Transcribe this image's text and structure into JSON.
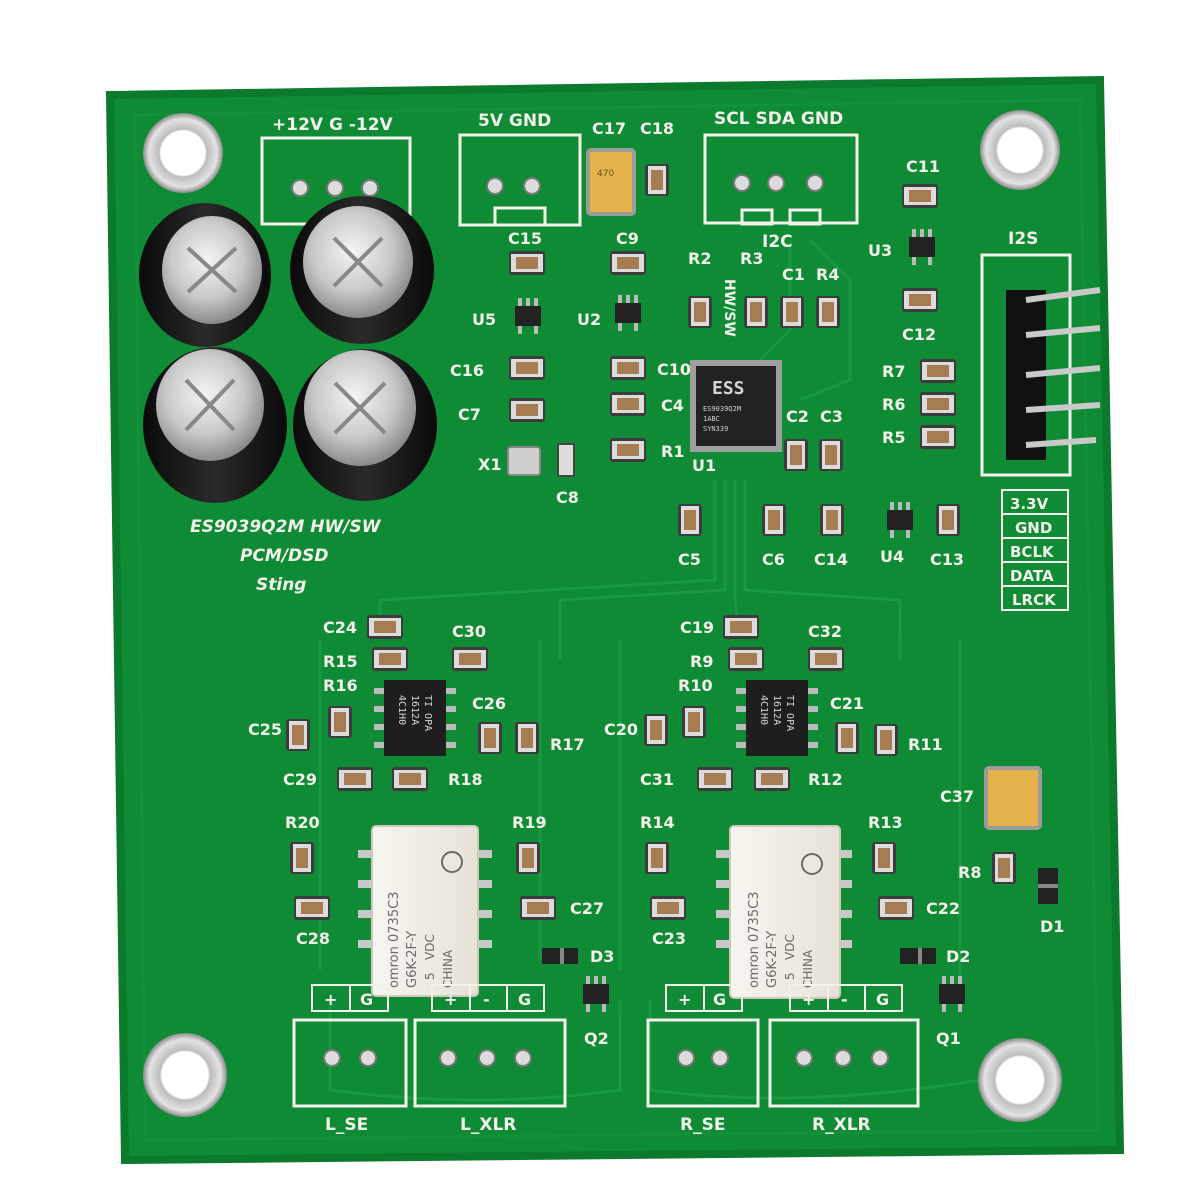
{
  "board": {
    "title": "ES9039Q2M HW/SW",
    "subtitle": "PCM/DSD",
    "author": "Sting",
    "colors": {
      "pcb": "#0f8a35",
      "pcb_edge": "#0b7a2d",
      "silk": "#f2f2ea",
      "copper": "#c9c9c9"
    }
  },
  "headers": {
    "power12": "+12V G -12V",
    "power5": "5V GND",
    "i2c_pins": "SCL SDA GND",
    "i2c_label": "I2C",
    "i2s_label": "I2S"
  },
  "i2s_pins": [
    "3.3V",
    "GND",
    "BCLK",
    "DATA",
    "LRCK"
  ],
  "chips": {
    "dac": [
      "ES9039Q2M",
      "1ABC",
      "SYN339"
    ],
    "opamp_left": [
      "TI OPA",
      "1612A",
      "4C1H0"
    ],
    "opamp_right": [
      "TI OPA",
      "1612A",
      "4C1H0"
    ],
    "relay": [
      "omron",
      "G6K-2F-Y",
      "5",
      "VDC",
      "CHINA"
    ],
    "relay_code": "0735C3",
    "cap_marks": [
      "C17",
      "470"
    ]
  },
  "refs": {
    "C17": "C17",
    "C18": "C18",
    "C15": "C15",
    "C9": "C9",
    "U5": "U5",
    "U2": "U2",
    "C16": "C16",
    "C7": "C7",
    "X1": "X1",
    "C8": "C8",
    "C10": "C10",
    "C4": "C4",
    "R1": "R1",
    "R2": "R2",
    "HWSW": "HW/SW",
    "R3": "R3",
    "C1": "C1",
    "R4": "R4",
    "U1": "U1",
    "C2": "C2",
    "C3": "C3",
    "C11": "C11",
    "U3": "U3",
    "C12": "C12",
    "R7": "R7",
    "R6": "R6",
    "R5": "R5",
    "C5": "C5",
    "C6": "C6",
    "C14": "C14",
    "U4": "U4",
    "C13": "C13",
    "C24": "C24",
    "C30": "C30",
    "R15": "R15",
    "R16": "R16",
    "C26": "C26",
    "C25": "C25",
    "R17": "R17",
    "C29": "C29",
    "R18": "R18",
    "R20": "R20",
    "R19": "R19",
    "C27": "C27",
    "C28": "C28",
    "D3": "D3",
    "Q2": "Q2",
    "C19": "C19",
    "C32": "C32",
    "R9": "R9",
    "R10": "R10",
    "C21": "C21",
    "C20": "C20",
    "R11": "R11",
    "C31": "C31",
    "R12": "R12",
    "R14": "R14",
    "R13": "R13",
    "C22": "C22",
    "C23": "C23",
    "D2": "D2",
    "Q1": "Q1",
    "C37": "C37",
    "R8": "R8",
    "D1": "D1"
  },
  "outputs": {
    "lse_pins": [
      "+",
      "G"
    ],
    "lxlr_pins": [
      "+",
      "-",
      "G"
    ],
    "rse_pins": [
      "+",
      "G"
    ],
    "rxlr_pins": [
      "+",
      "-",
      "G"
    ],
    "l_se": "L_SE",
    "l_xlr": "L_XLR",
    "r_se": "R_SE",
    "r_xlr": "R_XLR"
  }
}
